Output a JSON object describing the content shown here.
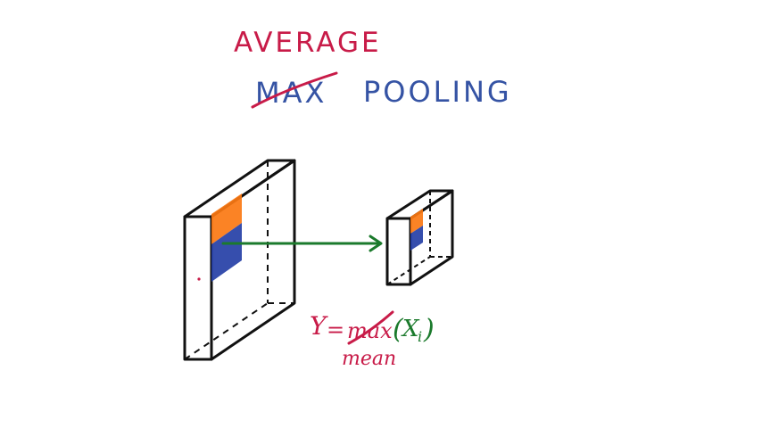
{
  "title": {
    "average_word": "AVERAGE",
    "max_word": "MAX",
    "pooling_word": "POOLING"
  },
  "formula": {
    "lhs": "Y",
    "equals": "=",
    "struck_function": "max",
    "open_paren": "(",
    "var": "X",
    "subscript": "i",
    "close_paren": ")",
    "replacement": "mean"
  },
  "colors": {
    "red": "#c81b48",
    "blue": "#3553a4",
    "green": "#1b7a2c",
    "orange": "#fb7812",
    "patch_blue": "#253fa6",
    "black": "#111111"
  }
}
